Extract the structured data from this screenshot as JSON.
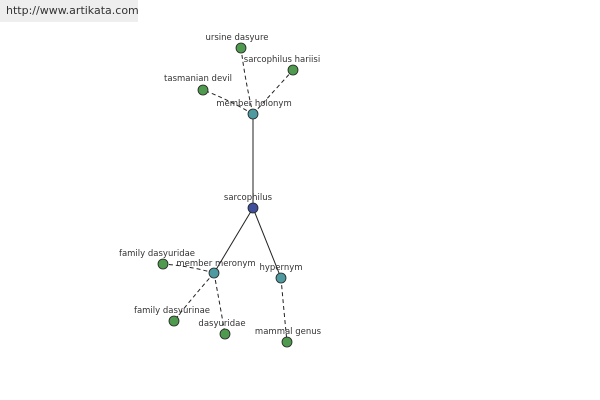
{
  "source_url": "http://www.artikata.com",
  "colors": {
    "leaf": "#4f9a4f",
    "relation": "#4e9aa0",
    "center": "#3f4f9a",
    "stroke": "#222222"
  },
  "graph": {
    "center": "sarcophilus",
    "relations": [
      "member holonym",
      "member meronym",
      "hypernym"
    ],
    "terms": [
      "ursine dasyure",
      "sarcophilus hariisi",
      "tasmanian devil",
      "family dasyuridae",
      "family dasyurinae",
      "dasyuridae",
      "mammal genus"
    ]
  }
}
